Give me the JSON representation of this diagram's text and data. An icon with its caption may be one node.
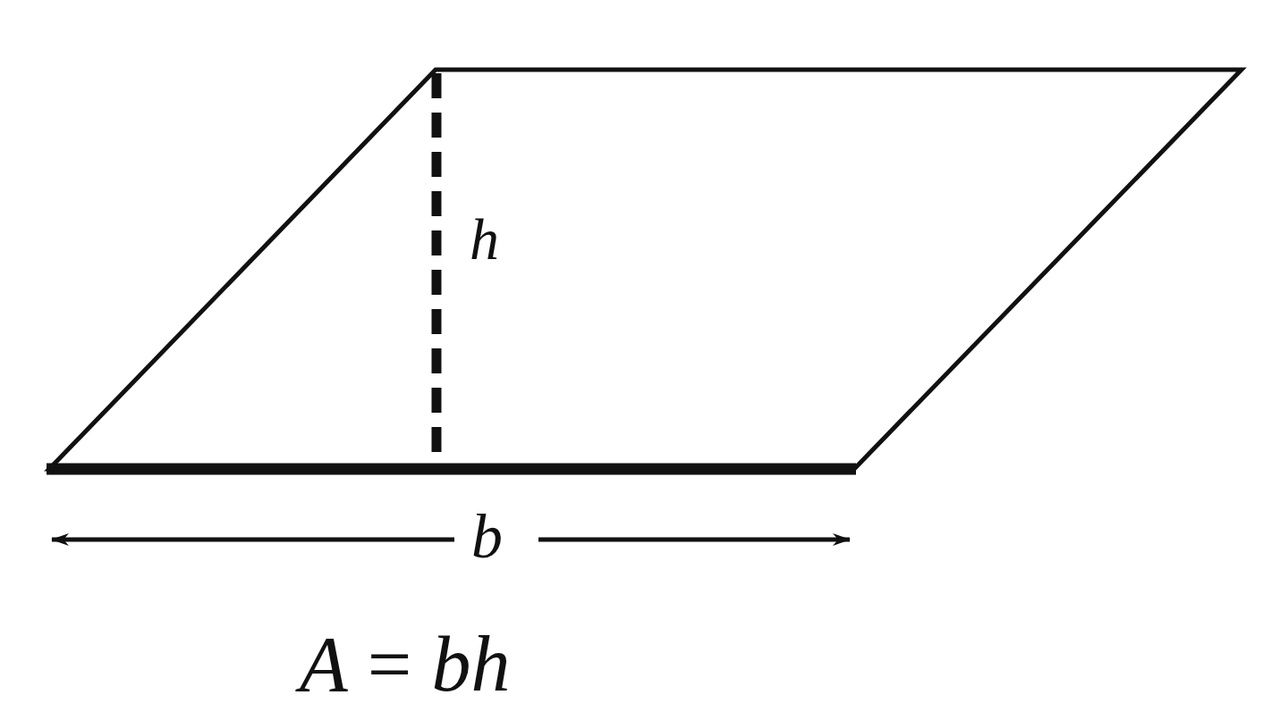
{
  "diagram": {
    "caption": "*A* = *bh*",
    "labels": [
      "h",
      "b"
    ]
  }
}
